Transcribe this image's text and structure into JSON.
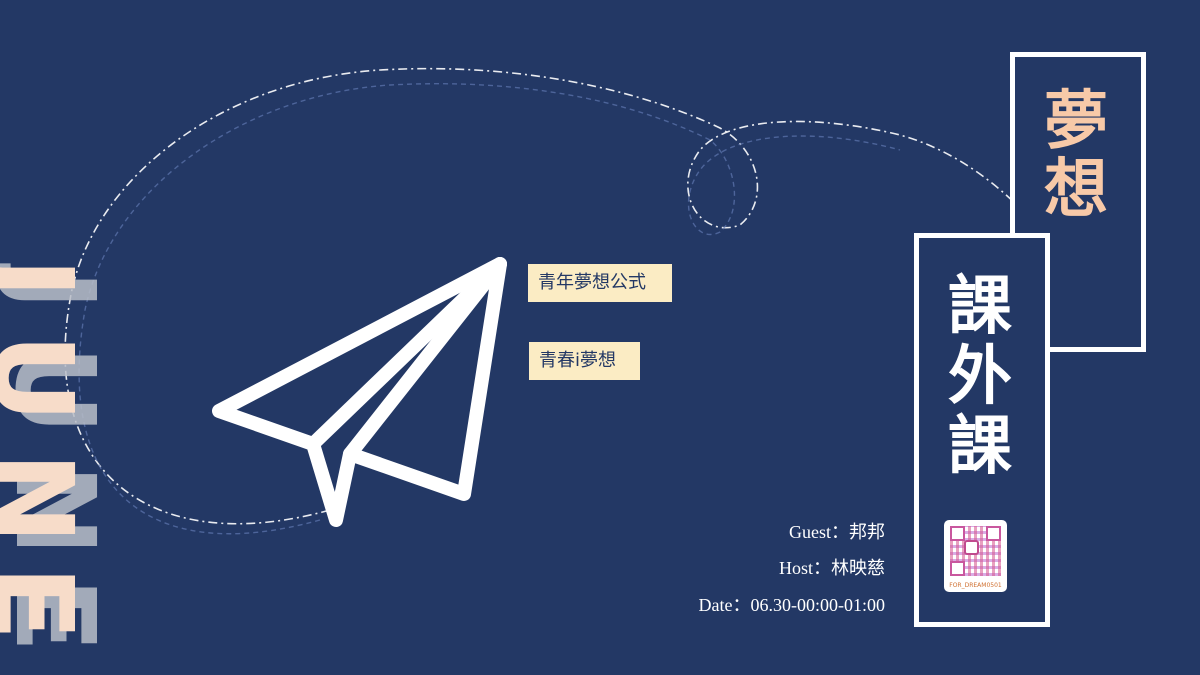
{
  "tags": [
    "青年夢想公式",
    "青春i夢想"
  ],
  "month_letters": [
    "J",
    "U",
    "N",
    "E"
  ],
  "title_top": [
    "夢",
    "想"
  ],
  "title_bottom": [
    "課",
    "外",
    "課"
  ],
  "info": {
    "guest": "Guest：邦邦",
    "host": "Host：林映慈",
    "date": "Date：06.30-00:00-01:00"
  },
  "qr_label": "FOR_DREAM0501",
  "icons": {
    "plane": "paper-plane-icon",
    "qr": "qr-code-icon",
    "instagram": "instagram-icon"
  },
  "colors": {
    "background": "#233865",
    "tag_bg": "#fbecc4",
    "accent_peach": "#f7c9a8",
    "white": "#ffffff"
  }
}
